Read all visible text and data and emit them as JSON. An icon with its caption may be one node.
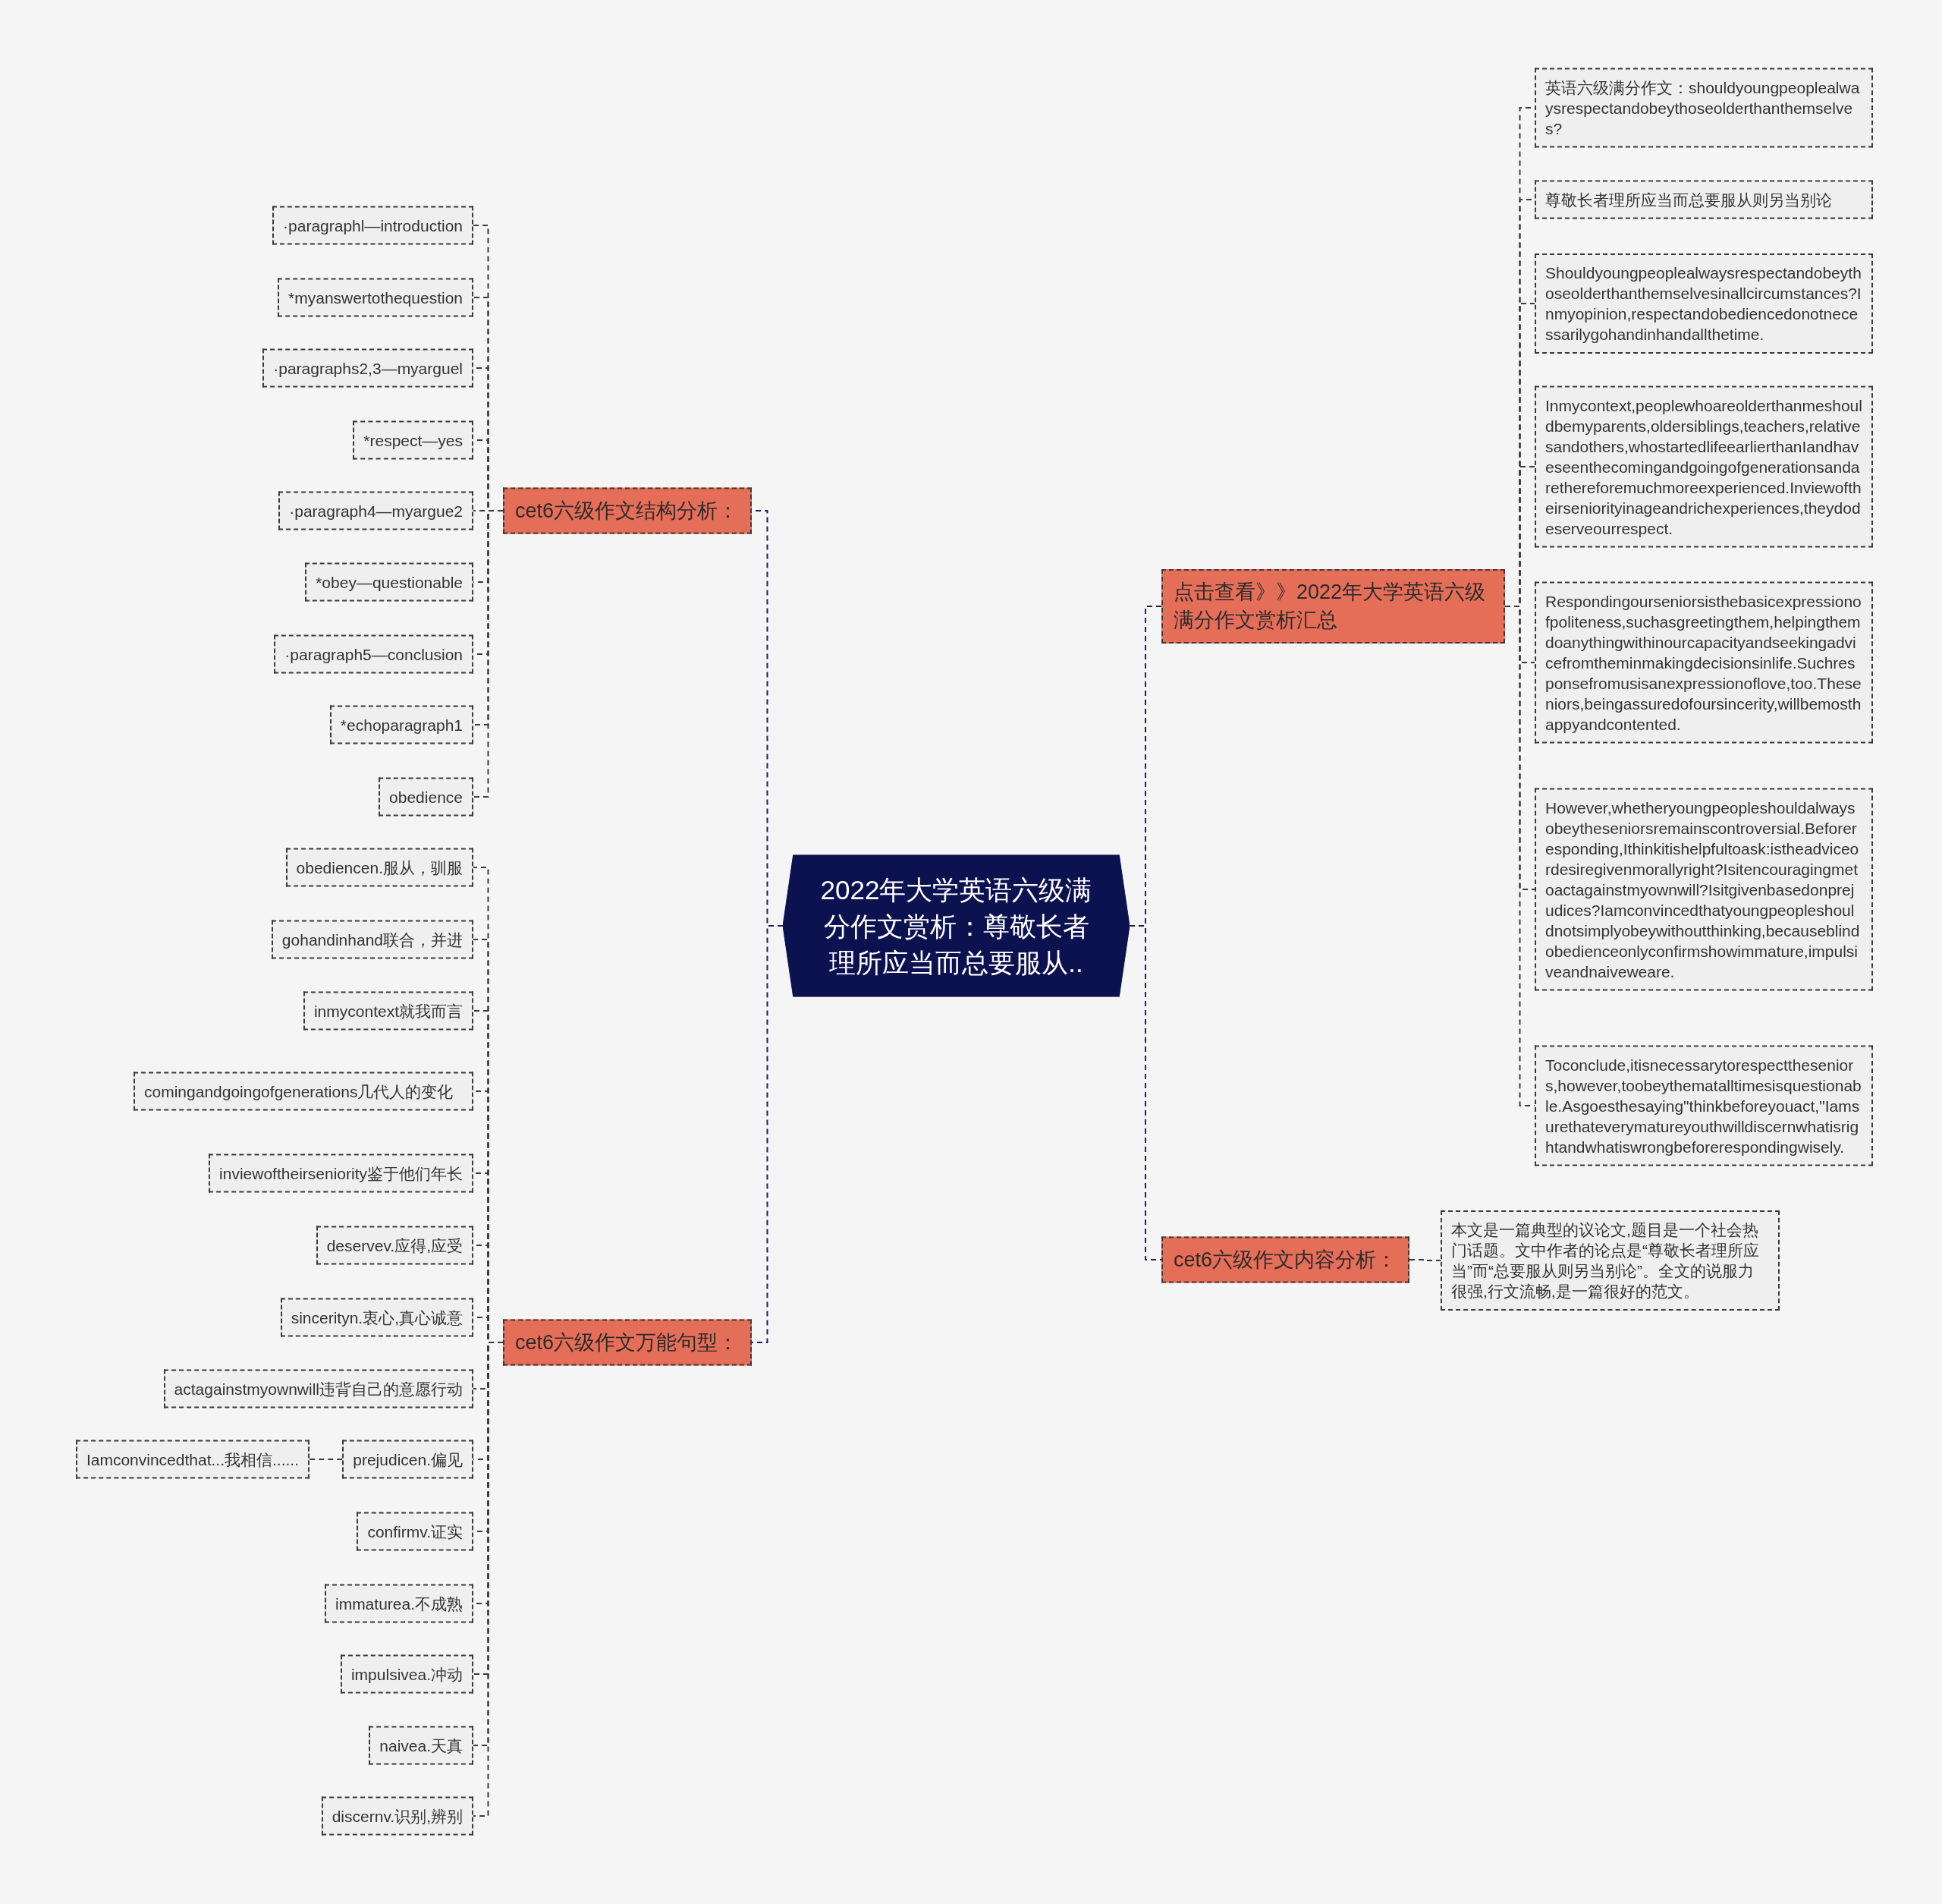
{
  "diagram": {
    "nodes": [
      {
        "text": [
          "2022年大学英语六级满分作文赏析：尊敬长者理所应当而总要服从.."
        ]
      },
      {
        "text": [
          "cet6六级作文结构分析："
        ]
      },
      {
        "text": [
          "·paragraphl—introduction"
        ]
      },
      {
        "text": [
          "*myanswertothequestion"
        ]
      },
      {
        "text": [
          "·paragraphs2,3—myarguel"
        ]
      },
      {
        "text": [
          "*respect—yes"
        ]
      },
      {
        "text": [
          "·paragraph4—myargue2"
        ]
      },
      {
        "text": [
          "*obey—questionable"
        ]
      },
      {
        "text": [
          "·paragraph5—conclusion"
        ]
      },
      {
        "text": [
          "*echoparagraph1"
        ]
      },
      {
        "text": [
          "obedience"
        ]
      },
      {
        "text": [
          "cet6六级作文万能句型："
        ]
      },
      {
        "text": [
          "obediencen.服从，驯服"
        ]
      },
      {
        "text": [
          "gohandinhand联合，并进"
        ]
      },
      {
        "text": [
          "inmycontext就我而言"
        ]
      },
      {
        "text": [
          "comingandgoingofgenerations几代人的变化"
        ]
      },
      {
        "text": [
          "inviewoftheirseniority鉴于他们年长"
        ]
      },
      {
        "text": [
          "deservev.应得,应受"
        ]
      },
      {
        "text": [
          "sincerityn.衷心,真心诚意"
        ]
      },
      {
        "text": [
          "actagainstmyownwill违背自己的意愿行动"
        ]
      },
      {
        "text": [
          "prejudicen.偏见"
        ]
      },
      {
        "text": [
          "Iamconvincedthat...我相信......"
        ]
      },
      {
        "text": [
          "confirmv.证实"
        ]
      },
      {
        "text": [
          "immaturea.不成熟"
        ]
      },
      {
        "text": [
          "impulsivea.冲动"
        ]
      },
      {
        "text": [
          "naivea.天真"
        ]
      },
      {
        "text": [
          "discernv.识别,辨别"
        ]
      },
      {
        "text": [
          "点击查看》》2022年大学英语六级满分作文赏析汇总"
        ]
      },
      {
        "text": [
          "英语六级满分作文：shouldyoungpeoplealwaysrespectandobeythoseolderthanthemselves?"
        ]
      },
      {
        "text": [
          "尊敬长者理所应当而总要服从则另当别论"
        ]
      },
      {
        "text": [
          "Shouldyoungpeoplealwaysrespectandobeythoseolderthanthemselvesinallcircumstances?Inmyopinion,respectandobediencedonotnecessarilygohandinhandallthetime."
        ]
      },
      {
        "text": [
          "Inmycontext,peoplewhoareolderthanmeshouldbemyparents,oldersiblings,teachers,relativesandothers,whostartedlifeearlierthanIandhaveseenthecomingandgoingofgenerationsandarethereforemuchmoreexperienced.Inviewoftheirseniorityinageandrichexperiences,theydodeserveourrespect."
        ]
      },
      {
        "text": [
          "Respondingourseniorsisthebasicexpressionofpoliteness,suchasgreetingthem,helpingthemdoanythingwithinourcapacityandseekingadvicefromtheminmakingdecisionsinlife.Suchresponsefromusisanexpressionoflove,too.Theseniors,beingassuredofoursincerity,willbemosthappyandcontented."
        ]
      },
      {
        "text": [
          "However,whetheryoungpeopleshouldalwaysobeytheseniorsremainscontroversial.Beforeresponding,Ithinkitishelpfultoask:istheadviceordesiregivenmorallyright?Isitencouragingmetoactagainstmyownwill?Isitgivenbasedonprejudices?Iamconvincedthatyoungpeopleshouldnotsimplyobeywithoutthinking,becauseblindobedienceonlyconfirmshowimmature,impulsiveandnaiveweare."
        ]
      },
      {
        "text": [
          "Toconclude,itisnecessarytorespecttheseniors,however,toobeythematalltimesisquestionable.Asgoesthesaying\"thinkbeforeyouact,\"Iamsurethateverymatureyouthwilldiscernwhatisrightandwhatiswrongbeforerespondingwisely."
        ]
      },
      {
        "text": [
          "cet6六级作文内容分析："
        ]
      },
      {
        "text": [
          "本文是一篇典型的议论文,题目是一个社会热门话题。文中作者的论点是“尊敬长者理所应当”而“总要服从则另当别论”。全文的说服力很强,行文流畅,是一篇很好的范文。"
        ]
      }
    ],
    "edges": [
      {
        "from": 0,
        "to": 1,
        "arrow": "none",
        "style": "dashed",
        "color": "#1c1f5a"
      },
      {
        "from": 0,
        "to": 11,
        "arrow": "none",
        "style": "dashed",
        "color": "#1c1f5a"
      },
      {
        "from": 0,
        "to": 27,
        "arrow": "none",
        "style": "dashed",
        "color": "#1c1f5a"
      },
      {
        "from": 0,
        "to": 35,
        "arrow": "none",
        "style": "dashed",
        "color": "#1c1f5a"
      },
      {
        "from": 1,
        "to": 2,
        "arrow": "none",
        "style": "dashed"
      },
      {
        "from": 1,
        "to": 3,
        "arrow": "none",
        "style": "dashed"
      },
      {
        "from": 1,
        "to": 4,
        "arrow": "none",
        "style": "dashed"
      },
      {
        "from": 1,
        "to": 5,
        "arrow": "none",
        "style": "dashed"
      },
      {
        "from": 1,
        "to": 6,
        "arrow": "none",
        "style": "dashed"
      },
      {
        "from": 1,
        "to": 7,
        "arrow": "none",
        "style": "dashed"
      },
      {
        "from": 1,
        "to": 8,
        "arrow": "none",
        "style": "dashed"
      },
      {
        "from": 1,
        "to": 9,
        "arrow": "none",
        "style": "dashed"
      },
      {
        "from": 1,
        "to": 10,
        "arrow": "none",
        "style": "dashed"
      },
      {
        "from": 11,
        "to": 12,
        "arrow": "none",
        "style": "dashed"
      },
      {
        "from": 11,
        "to": 13,
        "arrow": "none",
        "style": "dashed"
      },
      {
        "from": 11,
        "to": 14,
        "arrow": "none",
        "style": "dashed"
      },
      {
        "from": 11,
        "to": 15,
        "arrow": "none",
        "style": "dashed"
      },
      {
        "from": 11,
        "to": 16,
        "arrow": "none",
        "style": "dashed"
      },
      {
        "from": 11,
        "to": 17,
        "arrow": "none",
        "style": "dashed"
      },
      {
        "from": 11,
        "to": 18,
        "arrow": "none",
        "style": "dashed"
      },
      {
        "from": 11,
        "to": 19,
        "arrow": "none",
        "style": "dashed"
      },
      {
        "from": 11,
        "to": 20,
        "arrow": "none",
        "style": "dashed"
      },
      {
        "from": 20,
        "to": 21,
        "arrow": "none",
        "style": "dashed"
      },
      {
        "from": 11,
        "to": 22,
        "arrow": "none",
        "style": "dashed"
      },
      {
        "from": 11,
        "to": 23,
        "arrow": "none",
        "style": "dashed"
      },
      {
        "from": 11,
        "to": 24,
        "arrow": "none",
        "style": "dashed"
      },
      {
        "from": 11,
        "to": 25,
        "arrow": "none",
        "style": "dashed"
      },
      {
        "from": 11,
        "to": 26,
        "arrow": "none",
        "style": "dashed"
      },
      {
        "from": 27,
        "to": 28,
        "arrow": "none",
        "style": "dashed"
      },
      {
        "from": 27,
        "to": 29,
        "arrow": "none",
        "style": "dashed"
      },
      {
        "from": 27,
        "to": 30,
        "arrow": "none",
        "style": "dashed"
      },
      {
        "from": 27,
        "to": 31,
        "arrow": "none",
        "style": "dashed"
      },
      {
        "from": 27,
        "to": 32,
        "arrow": "none",
        "style": "dashed"
      },
      {
        "from": 27,
        "to": 33,
        "arrow": "none",
        "style": "dashed"
      },
      {
        "from": 27,
        "to": 34,
        "arrow": "none",
        "style": "dashed"
      },
      {
        "from": 35,
        "to": 36,
        "arrow": "none",
        "style": "dashed"
      }
    ]
  }
}
